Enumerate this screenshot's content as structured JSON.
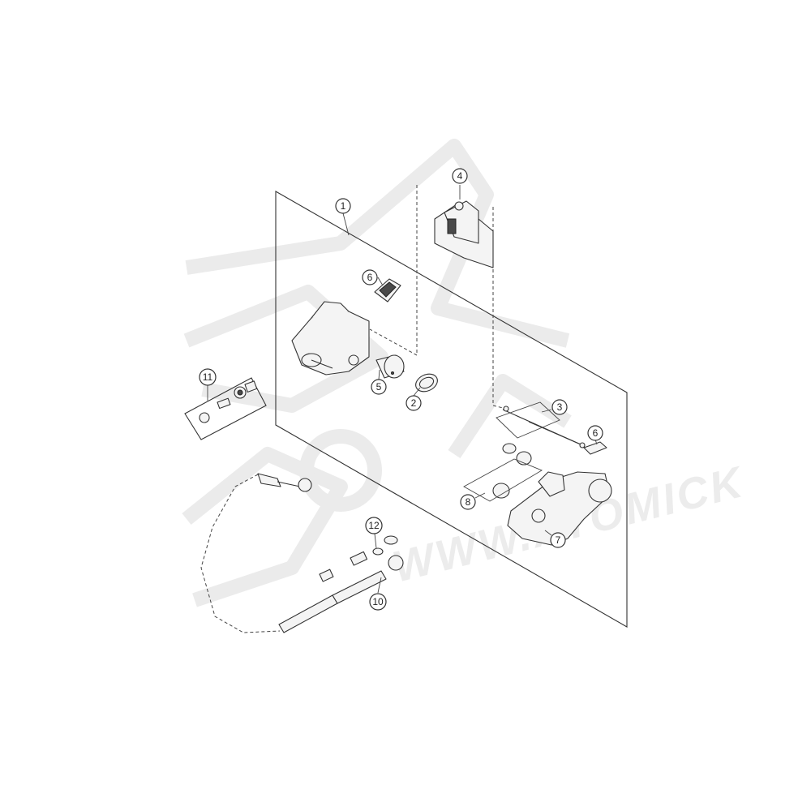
{
  "watermark": {
    "text": "WWW.ATOMICK"
  },
  "callouts": [
    {
      "id": "1",
      "label": "1"
    },
    {
      "id": "2",
      "label": "2"
    },
    {
      "id": "3",
      "label": "3"
    },
    {
      "id": "4",
      "label": "4"
    },
    {
      "id": "5",
      "label": "5"
    },
    {
      "id": "6a",
      "label": "6"
    },
    {
      "id": "6b",
      "label": "6"
    },
    {
      "id": "7",
      "label": "7"
    },
    {
      "id": "8",
      "label": "8"
    },
    {
      "id": "10",
      "label": "10"
    },
    {
      "id": "11",
      "label": "11"
    },
    {
      "id": "12",
      "label": "12"
    }
  ]
}
